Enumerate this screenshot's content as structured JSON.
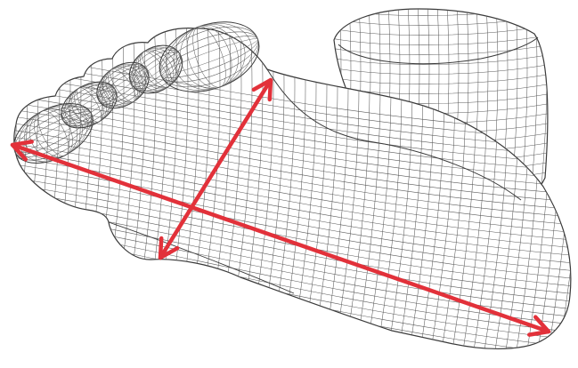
{
  "figure": {
    "kind": "wireframe foot model with measurement arrows",
    "colors": {
      "background": "#ffffff",
      "mesh_line": "#5a5a5a",
      "outline": "#3a3a3a",
      "arrow": "#e2313a"
    },
    "measurements": [
      {
        "name": "foot-length",
        "icon": "double-headed-arrow"
      },
      {
        "name": "foot-width",
        "icon": "double-headed-arrow"
      }
    ]
  }
}
